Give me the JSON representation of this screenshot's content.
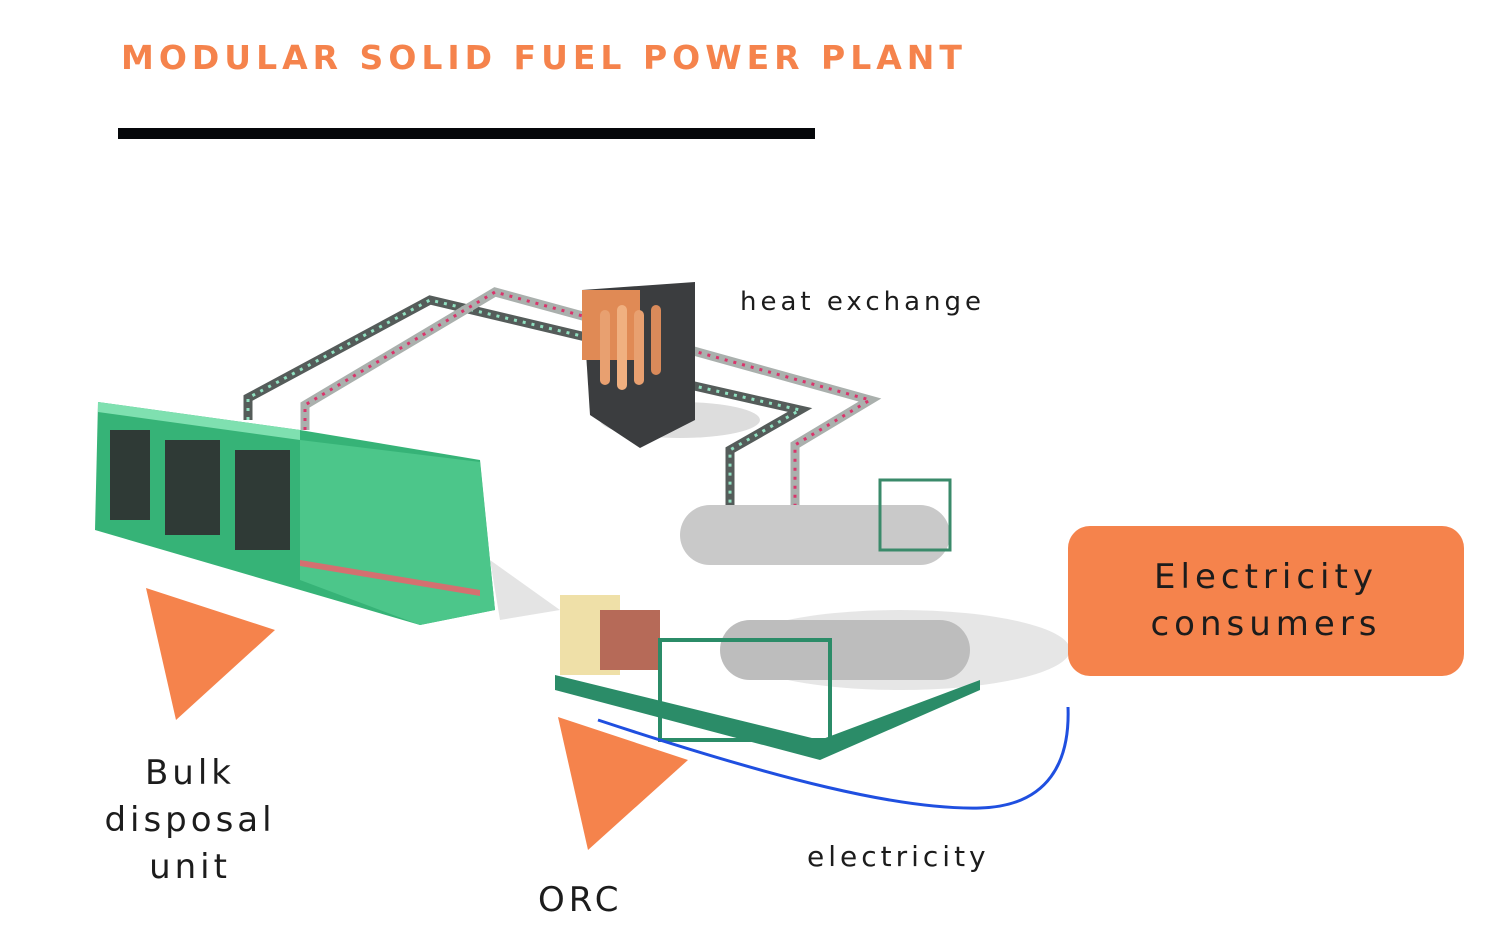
{
  "title": "MODULAR SOLID FUEL POWER PLANT",
  "labels": {
    "heat_exchange": "heat exchange",
    "bulk_line1": "Bulk",
    "bulk_line2": "disposal",
    "bulk_line3": "unit",
    "orc": "ORC",
    "electricity": "electricity",
    "consumers_line1": "Electricity",
    "consumers_line2": "consumers"
  },
  "colors": {
    "accent": "#f5834c",
    "unit_green": "#3dbd7d",
    "flow_line": "#1f4fe0",
    "hot_pipe": "#d9346b"
  }
}
